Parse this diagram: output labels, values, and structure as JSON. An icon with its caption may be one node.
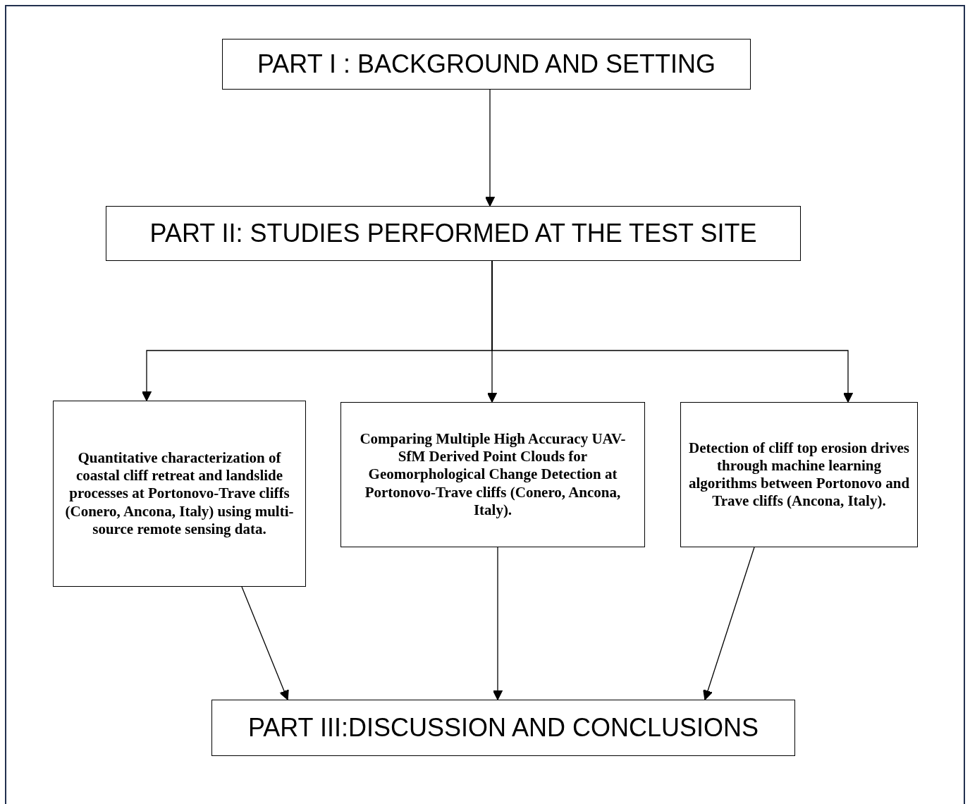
{
  "diagram": {
    "nodes": [
      {
        "text": [
          "PART I : BACKGROUND AND SETTING"
        ]
      },
      {
        "text": [
          "PART II: STUDIES PERFORMED AT THE TEST SITE"
        ]
      },
      {
        "text": [
          "Quantitative characterization of coastal cliff retreat and landslide processes at Portonovo-Trave cliffs (Conero, Ancona, Italy) using multi-source remote sensing data."
        ]
      },
      {
        "text": [
          "Comparing Multiple High Accuracy UAV-SfM Derived Point Clouds for Geomorphological Change Detection at Portonovo-Trave cliffs (Conero, Ancona, Italy)."
        ]
      },
      {
        "text": [
          "Detection of cliff top erosion drives through machine learning algorithms between Portonovo and Trave cliffs (Ancona, Italy)."
        ]
      },
      {
        "text": [
          "PART III:DISCUSSION AND CONCLUSIONS"
        ]
      }
    ],
    "edges": [
      {
        "from": 0,
        "to": 1,
        "arrow": "to"
      },
      {
        "from": 1,
        "to": 2,
        "arrow": "to"
      },
      {
        "from": 1,
        "to": 3,
        "arrow": "to"
      },
      {
        "from": 1,
        "to": 4,
        "arrow": "to"
      },
      {
        "from": 2,
        "to": 5,
        "arrow": "to"
      },
      {
        "from": 3,
        "to": 5,
        "arrow": "to"
      },
      {
        "from": 4,
        "to": 5,
        "arrow": "to"
      }
    ]
  }
}
